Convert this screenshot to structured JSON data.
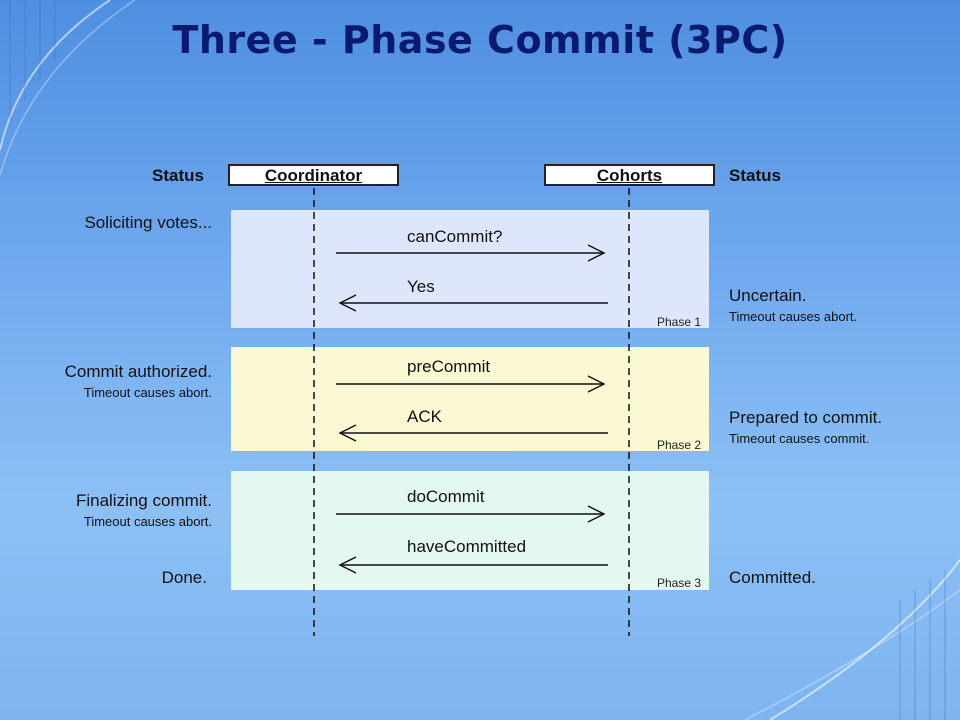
{
  "title": "Three - Phase Commit (3PC)",
  "headers": {
    "status_left": "Status",
    "coordinator": "Coordinator",
    "cohorts": "Cohorts",
    "status_right": "Status"
  },
  "phases": [
    {
      "label": "Phase 1",
      "color": "#dde6fb",
      "left_status": {
        "text": "Soliciting votes...",
        "sub": ""
      },
      "messages": [
        {
          "text": "canCommit?",
          "direction": "to-cohorts"
        },
        {
          "text": "Yes",
          "direction": "to-coordinator"
        }
      ],
      "right_status": {
        "text": "Uncertain.",
        "sub": "Timeout causes abort."
      }
    },
    {
      "label": "Phase 2",
      "color": "#fbf8d4",
      "left_status": {
        "text": "Commit authorized.",
        "sub": "Timeout causes abort."
      },
      "messages": [
        {
          "text": "preCommit",
          "direction": "to-cohorts"
        },
        {
          "text": "ACK",
          "direction": "to-coordinator"
        }
      ],
      "right_status": {
        "text": "Prepared to commit.",
        "sub": "Timeout causes commit."
      }
    },
    {
      "label": "Phase 3",
      "color": "#e3f8ee",
      "left_status": {
        "text": "Finalizing commit.",
        "sub": "Timeout causes abort."
      },
      "left_status_end": "Done.",
      "messages": [
        {
          "text": "doCommit",
          "direction": "to-cohorts"
        },
        {
          "text": "haveCommitted",
          "direction": "to-coordinator"
        }
      ],
      "right_status": {
        "text": "Committed.",
        "sub": ""
      }
    }
  ]
}
